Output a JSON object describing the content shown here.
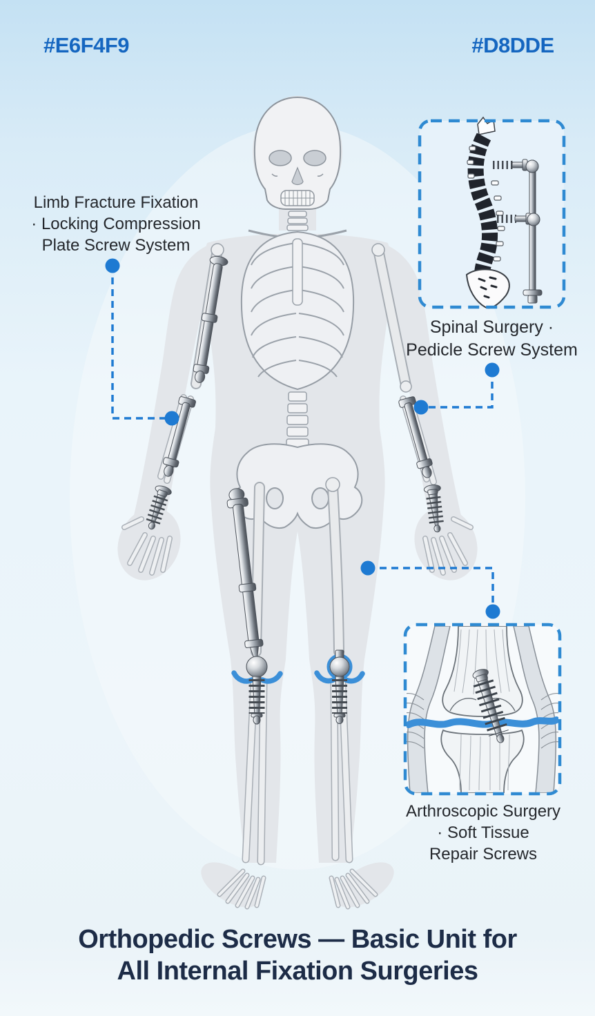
{
  "page": {
    "kind": "orthopedic-screws-infographic"
  },
  "swatch_labels": {
    "left": "#E6F4F9",
    "right": "#D8DDE"
  },
  "callouts": {
    "limb_fracture": {
      "line1": "Limb Fracture Fixation",
      "line2": "· Locking Compression",
      "line3": "Plate Screw System"
    },
    "spinal": {
      "line1": "Spinal Surgery ·",
      "line2": "Pedicle Screw System"
    },
    "arthroscopic": {
      "line1": "Arthroscopic Surgery",
      "line2": "· Soft Tissue",
      "line3": "Repair Screws"
    }
  },
  "title": {
    "line1": "Orthopedic Screws — Basic Unit for",
    "line2": "All Internal Fixation Surgeries"
  },
  "colors": {
    "accent_blue": "#1E7AD2",
    "dashed_frame_blue": "#2F8AD2",
    "joint_cartilage_blue": "#3B8FD8",
    "label_text": "#24272C",
    "title_text": "#1D2C47",
    "swatch_label_text": "#1566C0",
    "background_top": "#C4E1F3",
    "background_bottom": "#F2F8FB"
  }
}
